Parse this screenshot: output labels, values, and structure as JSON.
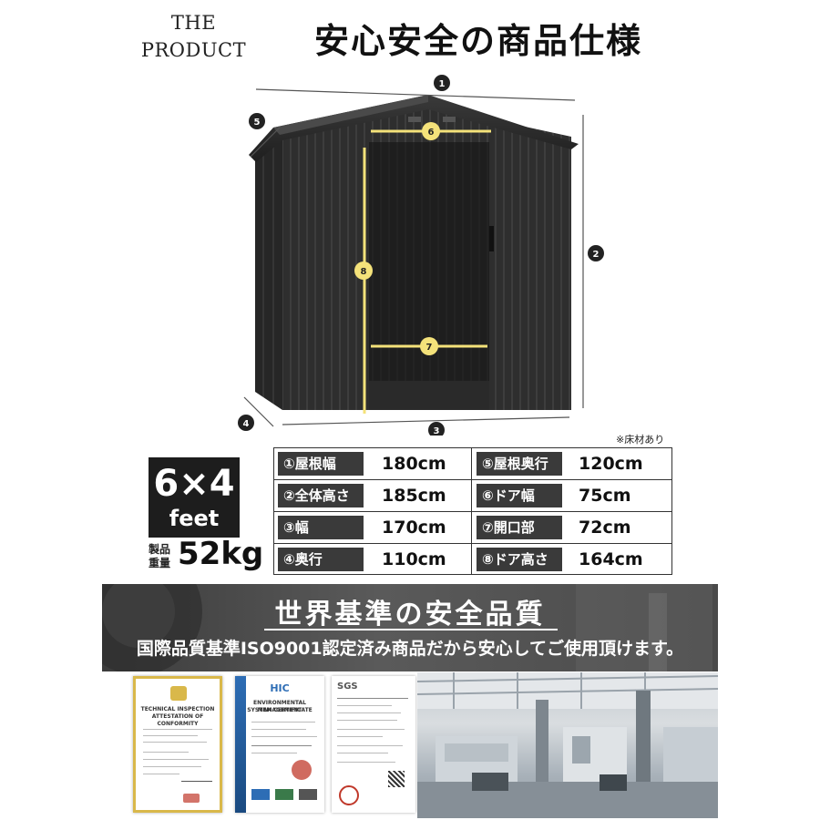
{
  "header": {
    "brand_line1": "THE",
    "brand_line2": "PRODUCT",
    "title": "安心安全の商品仕様"
  },
  "diagram": {
    "markers": [
      "1",
      "2",
      "3",
      "4",
      "5",
      "6",
      "7",
      "8"
    ],
    "shed_color": "#2b2b2b",
    "accent_color": "#f4e27a",
    "floor_note": "※床材あり"
  },
  "size_badge": {
    "main": "6×4",
    "unit": "feet",
    "weight_label": "製品重量",
    "weight_value": "52kg"
  },
  "specs": {
    "left": [
      {
        "label": "①屋根幅",
        "value": "180cm"
      },
      {
        "label": "②全体高さ",
        "value": "185cm"
      },
      {
        "label": "③幅",
        "value": "170cm"
      },
      {
        "label": "④奥行",
        "value": "110cm"
      }
    ],
    "right": [
      {
        "label": "⑤屋根奥行",
        "value": "120cm"
      },
      {
        "label": "⑥ドア幅",
        "value": "75cm"
      },
      {
        "label": "⑦開口部",
        "value": "72cm"
      },
      {
        "label": "⑧ドア高さ",
        "value": "164cm"
      }
    ]
  },
  "quality": {
    "title": "世界基準の安全品質",
    "subtitle": "国際品質基準ISO9001認定済み商品だから安心してご使用頂けます。"
  },
  "certificates": {
    "c1_line1": "TECHNICAL INSPECTION",
    "c1_line2": "ATTESTATION OF CONFORMITY",
    "c2_brand": "HIC",
    "c2_line1": "ENVIRONMENTAL MANAGEMENT",
    "c2_line2": "SYSTEM CERTIFICATE",
    "c3_brand": "SGS"
  }
}
